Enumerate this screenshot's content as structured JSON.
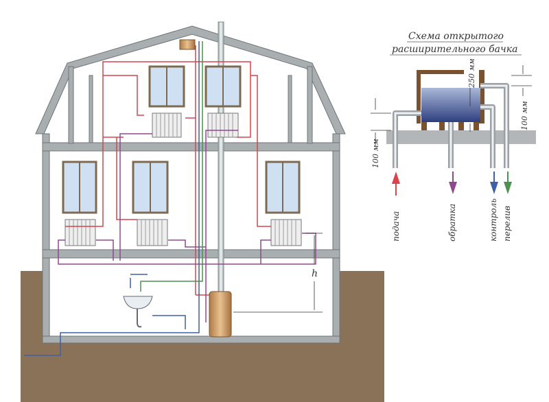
{
  "title": {
    "line1": "Схема открытого",
    "line2": "расширительного бачка"
  },
  "dimensions": {
    "left_gap": "100 мм",
    "tank_level": "250 мм",
    "right_gap": "100 мм",
    "height": "h"
  },
  "pipes": [
    {
      "label": "подача",
      "color": "#d9434a"
    },
    {
      "label": "обратка",
      "color": "#8e4a8c"
    },
    {
      "label": "контроль",
      "color": "#3e5fa8"
    },
    {
      "label": "перелив",
      "color": "#4f8f4f"
    }
  ],
  "colors": {
    "structure": "#a9aeb1",
    "ground": "#8a7259",
    "window": "#cfe0f2",
    "supply": "#d9434a",
    "return": "#8e4a8c",
    "cold_water": "#3e5fa8",
    "overflow": "#4f8f4f",
    "boiler": "#c9955e",
    "tank_water": "#3a4f8f"
  }
}
